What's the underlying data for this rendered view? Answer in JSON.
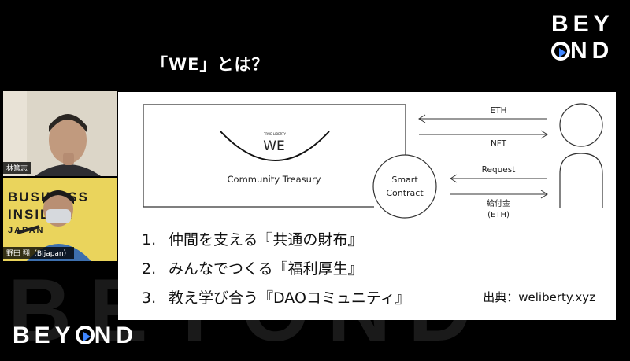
{
  "brand": {
    "logo_line1": "BEY",
    "logo_line2_suffix": "ND",
    "footer_logo_prefix": "BEY",
    "footer_logo_suffix": "ND",
    "watermark": "BEYOND",
    "accent_color": "#3f86ff"
  },
  "slide": {
    "heading": "「WE」とは？",
    "diagram": {
      "logo_small": "TRUE LIBERTY",
      "logo_text": "WE",
      "treasury_label": "Community Treasury",
      "contract_label_line1": "Smart",
      "contract_label_line2": "Contract",
      "arrow_eth": "ETH",
      "arrow_nft": "NFT",
      "arrow_request": "Request",
      "arrow_reward_line1": "給付金",
      "arrow_reward_line2": "(ETH)",
      "user_icon": "person-icon"
    },
    "points": [
      {
        "num": "1.",
        "text": "仲間を支える『共通の財布』"
      },
      {
        "num": "2.",
        "text": "みんなでつくる『福利厚生』"
      },
      {
        "num": "3.",
        "text": "教え学び合う『DAOコミュニティ』"
      }
    ],
    "source": "出典：weliberty.xyz"
  },
  "participants": [
    {
      "name": "林篤志"
    },
    {
      "name": "野田 翔（BIjapan）",
      "backdrop_text": "BUSINESS INSIDER JAPAN"
    }
  ]
}
